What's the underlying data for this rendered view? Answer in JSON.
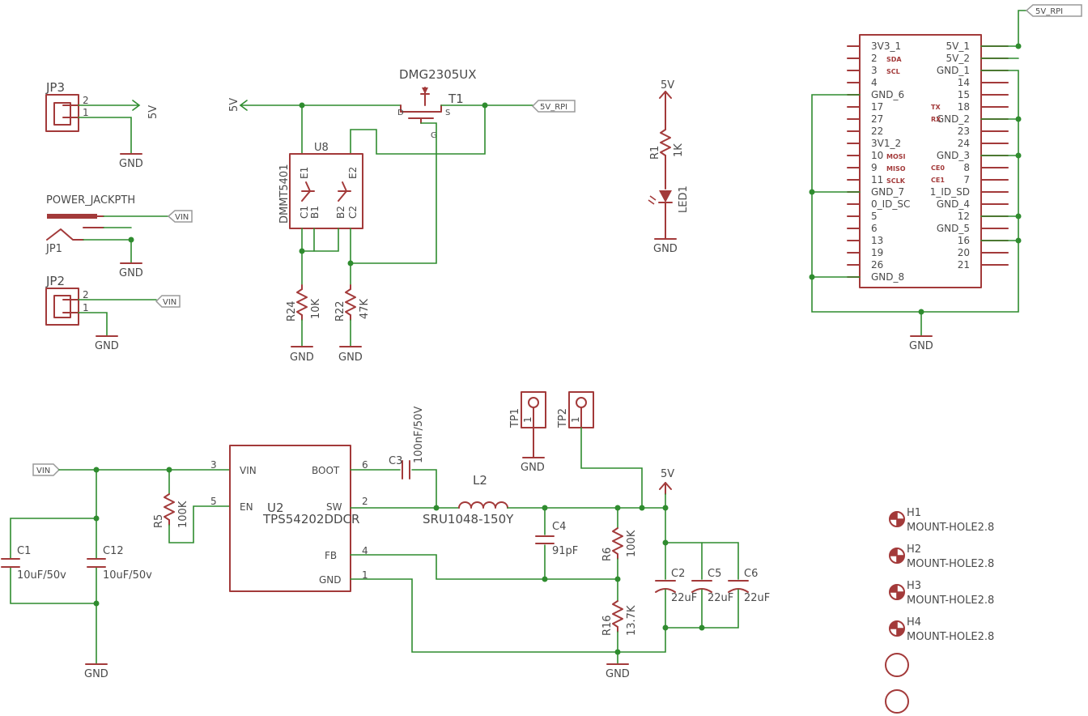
{
  "nets": {
    "vin": "VIN",
    "v5": "5V",
    "v5_rpi": "5V_RPI",
    "gnd": "GND"
  },
  "jp3": {
    "name": "JP3",
    "pin2": "2",
    "pin1": "1"
  },
  "jack": {
    "name": "POWER_JACKPTH",
    "ref": "JP1"
  },
  "jp2": {
    "name": "JP2",
    "pin2": "2",
    "pin1": "1"
  },
  "t1": {
    "name": "T1",
    "value": "DMG2305UX",
    "pin_d": "D",
    "pin_s": "S",
    "pin_g": "G"
  },
  "u8": {
    "name": "U8",
    "value": "DMMT5401",
    "e1": "E1",
    "c1": "C1",
    "b1": "B1",
    "e2": "E2",
    "b2": "B2",
    "c2": "C2"
  },
  "r24": {
    "name": "R24",
    "value": "10K"
  },
  "r22": {
    "name": "R22",
    "value": "47K"
  },
  "r1": {
    "name": "R1",
    "value": "1K"
  },
  "led1": {
    "name": "LED1"
  },
  "header": {
    "left_pins": [
      [
        "3V3_1",
        ""
      ],
      [
        "2",
        "SDA"
      ],
      [
        "3",
        "SCL"
      ],
      [
        "4",
        ""
      ],
      [
        "GND_6",
        ""
      ],
      [
        "17",
        ""
      ],
      [
        "27",
        ""
      ],
      [
        "22",
        ""
      ],
      [
        "3V1_2",
        ""
      ],
      [
        "10",
        "MOSI"
      ],
      [
        "9",
        "MISO"
      ],
      [
        "11",
        "SCLK"
      ],
      [
        "GND_7",
        ""
      ],
      [
        "0_ID_SC",
        ""
      ],
      [
        "5",
        ""
      ],
      [
        "6",
        ""
      ],
      [
        "13",
        ""
      ],
      [
        "19",
        ""
      ],
      [
        "26",
        ""
      ],
      [
        "GND_8",
        ""
      ]
    ],
    "right_pins": [
      [
        "5V_1",
        ""
      ],
      [
        "5V_2",
        ""
      ],
      [
        "GND_1",
        ""
      ],
      [
        "14",
        ""
      ],
      [
        "15",
        ""
      ],
      [
        "18",
        "TX"
      ],
      [
        "GND_2",
        "RX"
      ],
      [
        "23",
        ""
      ],
      [
        "24",
        ""
      ],
      [
        "GND_3",
        ""
      ],
      [
        "8",
        "CE0"
      ],
      [
        "7",
        "CE1"
      ],
      [
        "1_ID_SD",
        ""
      ],
      [
        "GND_4",
        ""
      ],
      [
        "12",
        ""
      ],
      [
        "GND_5",
        ""
      ],
      [
        "16",
        ""
      ],
      [
        "20",
        ""
      ],
      [
        "21",
        ""
      ]
    ]
  },
  "tp1": {
    "name": "TP1",
    "pin": "1"
  },
  "tp2": {
    "name": "TP2",
    "pin": "1"
  },
  "u2": {
    "name": "U2",
    "value": "TPS54202DDCR",
    "vin": "VIN",
    "en": "EN",
    "fb": "FB",
    "gnd": "GND",
    "boot": "BOOT",
    "sw": "SW",
    "n_vin": "3",
    "n_en": "5",
    "n_fb": "4",
    "n_gnd": "1",
    "n_boot": "6",
    "n_sw": "2"
  },
  "c3": {
    "name": "C3",
    "value": "100nF/50V"
  },
  "l2": {
    "name": "L2",
    "value": "SRU1048-150Y"
  },
  "c4": {
    "name": "C4",
    "value": "91pF"
  },
  "r5": {
    "name": "R5",
    "value": "100K"
  },
  "c1": {
    "name": "C1",
    "value": "10uF/50v"
  },
  "c12": {
    "name": "C12",
    "value": "10uF/50v"
  },
  "r6": {
    "name": "R6",
    "value": "100K"
  },
  "r16": {
    "name": "R16",
    "value": "13.7K"
  },
  "c2": {
    "name": "C2",
    "value": "22uF"
  },
  "c5": {
    "name": "C5",
    "value": "22uF"
  },
  "c6": {
    "name": "C6",
    "value": "22uF"
  },
  "holes": [
    {
      "name": "H1",
      "value": "MOUNT-HOLE2.8"
    },
    {
      "name": "H2",
      "value": "MOUNT-HOLE2.8"
    },
    {
      "name": "H3",
      "value": "MOUNT-HOLE2.8"
    },
    {
      "name": "H4",
      "value": "MOUNT-HOLE2.8"
    }
  ],
  "colors": {
    "wire": "#2f8c2f",
    "part": "#a33a3a",
    "text": "#4a4a4a",
    "label": "#9a9a9a"
  }
}
